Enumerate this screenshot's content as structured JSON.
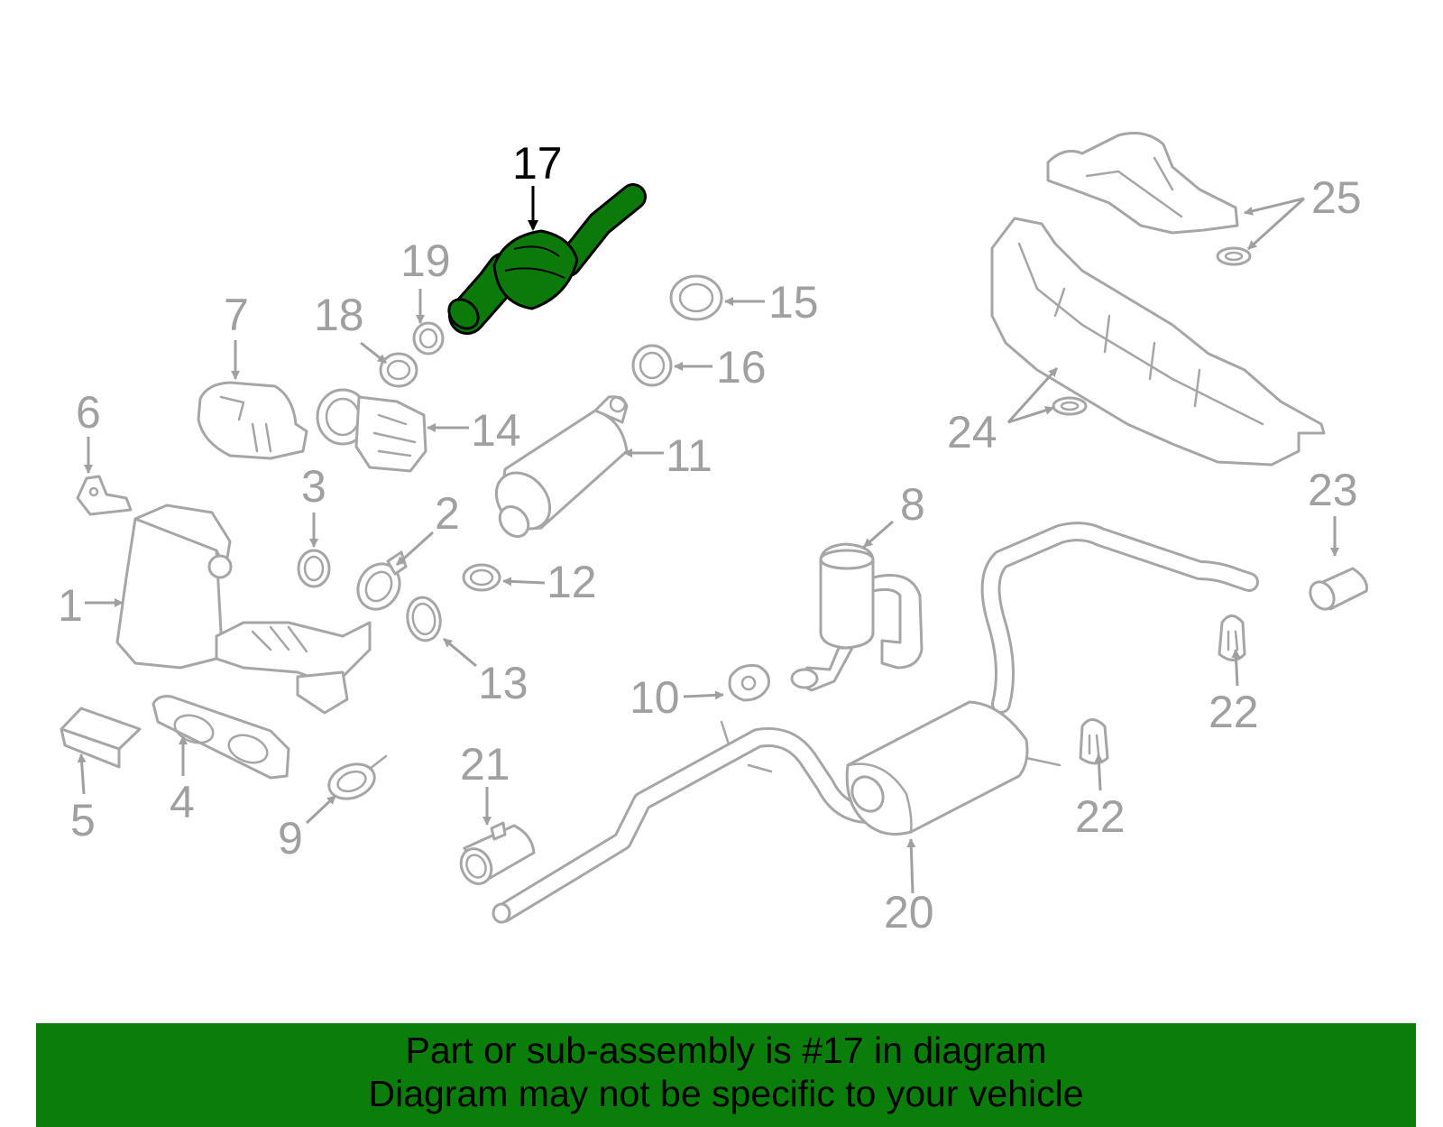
{
  "highlight_color": "#0b7a0b",
  "footer_color": "#0a7d0a",
  "labels": {
    "l1": "1",
    "l2": "2",
    "l3": "3",
    "l4": "4",
    "l5": "5",
    "l6": "6",
    "l7": "7",
    "l8": "8",
    "l9": "9",
    "l10": "10",
    "l11": "11",
    "l12": "12",
    "l13": "13",
    "l14": "14",
    "l15": "15",
    "l16": "16",
    "l17": "17",
    "l18": "18",
    "l19": "19",
    "l20": "20",
    "l21": "21",
    "l22a": "22",
    "l22b": "22",
    "l23": "23",
    "l24": "24",
    "l25": "25"
  },
  "footer": {
    "line1": "Part or sub-assembly is #17 in diagram",
    "line2": "Diagram may not be specific to your vehicle"
  }
}
